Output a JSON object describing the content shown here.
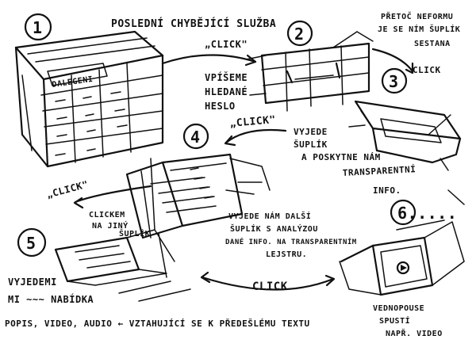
{
  "title": "POSLEDNÍ CHYBĚJÍCÍ SLUŽBA",
  "steps": [
    "1",
    "2",
    "3",
    "4",
    "5",
    "6....."
  ],
  "clicks": [
    "„CLICK\"",
    "CLICK",
    "„CLICK\"",
    "„CLICK\"",
    "CLICK"
  ],
  "notes": {
    "n1": [
      "VPÍŠEME",
      "HLEDANÉ",
      "HESLO"
    ],
    "n2": [
      "PŘETOČ NEFORMU",
      "JE SE NÍM ŠUPLÍK",
      "SESTANA"
    ],
    "n3": [
      "VYJEDE",
      "ŠUPLÍK",
      "A POSKYTNE NÁM",
      "TRANSPARENTNÍ",
      "INFO."
    ],
    "n4": [
      "VYJEDE NÁM DALŠÍ",
      "ŠUPLÍK S ANALÝZOU",
      "DANÉ INFO. NA TRANSPARENTNÍM",
      "LEJSTRU."
    ],
    "n5": [
      "CLICKEM",
      "NA JINÝ",
      "ŠUPLÍK"
    ],
    "n6": [
      "VYJEDEMI",
      "MI ~~~ NABÍDKA"
    ],
    "n7": "POPIS, VIDEO, AUDIO ← VZTAHUJÍCÍ SE K PŘEDEŠLÉMU TEXTU",
    "n8": [
      "VEDNOPOUSE",
      "SPUSTÍ",
      "NAPŘ. VIDEO"
    ]
  },
  "drawer_label": "DALEGENI"
}
